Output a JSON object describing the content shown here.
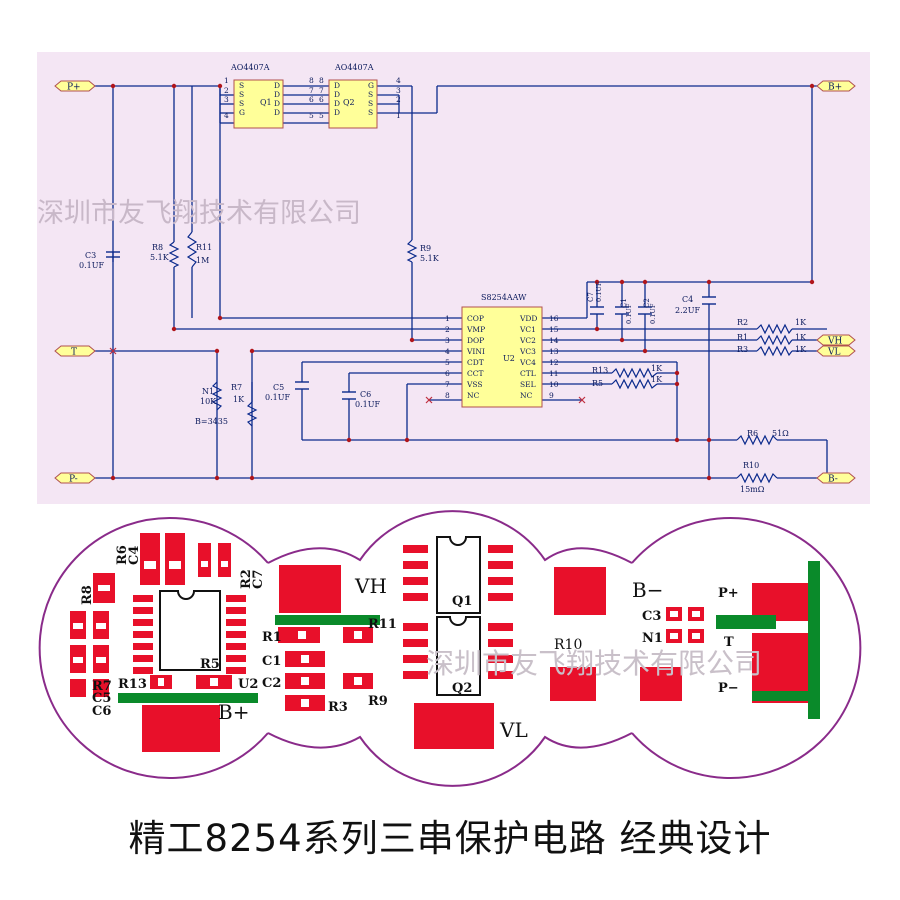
{
  "schematic": {
    "ports": {
      "p_plus": "P+",
      "b_plus": "B+",
      "t": "T",
      "p_minus": "P-",
      "b_minus": "B-",
      "vh": "VH",
      "vl": "VL"
    },
    "mosfets": {
      "q1": {
        "part": "AO4407A",
        "ref": "Q1",
        "pins_left": [
          "S",
          "S",
          "S",
          "G"
        ],
        "pins_right": [
          "D",
          "D",
          "D",
          "D"
        ],
        "pin_nums_left": [
          "1",
          "2",
          "3",
          "4"
        ],
        "pin_nums_right": [
          "8",
          "7",
          "6",
          "5"
        ]
      },
      "q2": {
        "part": "AO4407A",
        "ref": "Q2",
        "pins_left": [
          "D",
          "D",
          "D",
          "D"
        ],
        "pins_right": [
          "G",
          "S",
          "S",
          "S"
        ],
        "pin_nums_left": [
          "8",
          "7",
          "6",
          "5"
        ],
        "pin_nums_right": [
          "4",
          "3",
          "2",
          "1"
        ]
      }
    },
    "ic": {
      "part": "S8254AAW",
      "ref": "U2",
      "left_pins": [
        "COP",
        "VMP",
        "DOP",
        "VINI",
        "CDT",
        "CCT",
        "VSS",
        "NC"
      ],
      "right_pins": [
        "VDD",
        "VC1",
        "VC2",
        "VC3",
        "VC4",
        "CTL",
        "SEL",
        "NC"
      ],
      "left_nums": [
        "1",
        "2",
        "3",
        "4",
        "5",
        "6",
        "7",
        "8"
      ],
      "right_nums": [
        "16",
        "15",
        "14",
        "13",
        "12",
        "11",
        "10",
        "9"
      ]
    },
    "components": {
      "r8": {
        "ref": "R8",
        "val": "5.1K"
      },
      "r11": {
        "ref": "R11",
        "val": "1M"
      },
      "r9": {
        "ref": "R9",
        "val": "5.1K"
      },
      "c3": {
        "ref": "C3",
        "val": "0.1UF"
      },
      "c7": {
        "ref": "C7",
        "val": "0.1UF"
      },
      "c1": {
        "ref": "C1",
        "val": "0.1UF"
      },
      "c2": {
        "ref": "C2",
        "val": "0.1UF"
      },
      "c4": {
        "ref": "C4",
        "val": "2.2UF"
      },
      "r2": {
        "ref": "R2",
        "val": "1K"
      },
      "r1": {
        "ref": "R1",
        "val": "1K"
      },
      "r3": {
        "ref": "R3",
        "val": "1K"
      },
      "r13": {
        "ref": "R13",
        "val": "1K"
      },
      "r5": {
        "ref": "R5",
        "val": "1K"
      },
      "n1": {
        "ref": "N1",
        "val": "10K",
        "extra": "B=3435"
      },
      "r7": {
        "ref": "R7",
        "val": "1K"
      },
      "c5": {
        "ref": "C5",
        "val": "0.1UF"
      },
      "c6": {
        "ref": "C6",
        "val": "0.1UF"
      },
      "r6": {
        "ref": "R6",
        "val": "51Ω"
      },
      "r10": {
        "ref": "R10",
        "val": "15mΩ"
      }
    },
    "watermark": "深圳市友飞翔技术有限公司"
  },
  "pcb": {
    "labels": [
      "R6",
      "C4",
      "R2",
      "C7",
      "R8",
      "R7",
      "C5",
      "C6",
      "R13",
      "R5",
      "U2",
      "B+",
      "VH",
      "R11",
      "R1",
      "C1",
      "C2",
      "R3",
      "R9",
      "Q1",
      "Q2",
      "VL",
      "R10",
      "B−",
      "C3",
      "N1",
      "P+",
      "T",
      "P−"
    ],
    "watermark": "深圳市友飞翔技术有限公司"
  },
  "caption": "精工8254系列三串保护电路 经典设计"
}
